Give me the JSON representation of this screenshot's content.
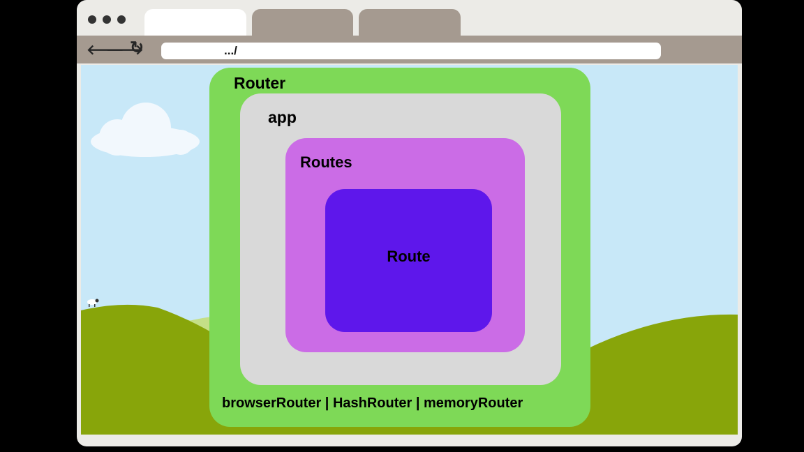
{
  "browser": {
    "address": ".../",
    "back_glyph": "🡐",
    "forward_glyph": "🡒",
    "reload_glyph": "↻"
  },
  "diagram": {
    "router": {
      "label": "Router",
      "color": "#7ed957",
      "types": "browserRouter | HashRouter | memoryRouter"
    },
    "app": {
      "label": "app",
      "color": "#d9d9d9"
    },
    "routes": {
      "label": "Routes",
      "color": "#cb6ce6"
    },
    "route": {
      "label": "Route",
      "color": "#5e17eb"
    }
  }
}
